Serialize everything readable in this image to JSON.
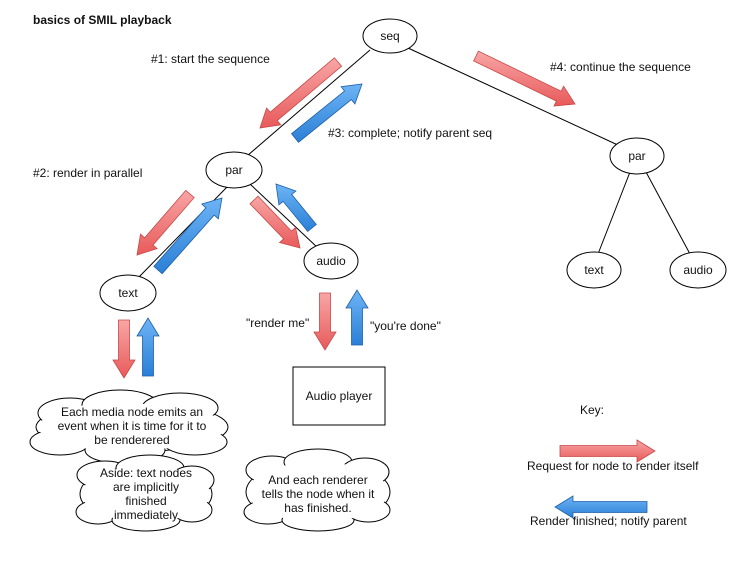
{
  "title": "basics of SMIL playback",
  "nodes": {
    "seq": "seq",
    "par_left": "par",
    "par_right": "par",
    "text_left": "text",
    "audio_left": "audio",
    "text_right": "text",
    "audio_right": "audio",
    "audio_player": "Audio player"
  },
  "steps": {
    "step1": "#1: start the sequence",
    "step2": "#2: render in parallel",
    "step3": "#3: complete; notify parent seq",
    "step4": "#4: continue the sequence"
  },
  "renderer_labels": {
    "render_me": "\"render me\"",
    "youre_done": "\"you're done\""
  },
  "notes": {
    "media_node": [
      "Each media node emits an",
      "event when it is time for it to",
      "be renderered"
    ],
    "aside": [
      "Aside: text nodes",
      "are implicitly",
      "finished",
      "immediately"
    ],
    "renderer": [
      "And each renderer",
      "tells the node when it",
      "has finished."
    ]
  },
  "key": {
    "title": "Key:",
    "red": "Request for node to render itself",
    "blue": "Render finished; notify parent"
  },
  "colors": {
    "red_arrow": "#f07a7a",
    "blue_arrow": "#3d8fe0",
    "outline": "#000000"
  }
}
